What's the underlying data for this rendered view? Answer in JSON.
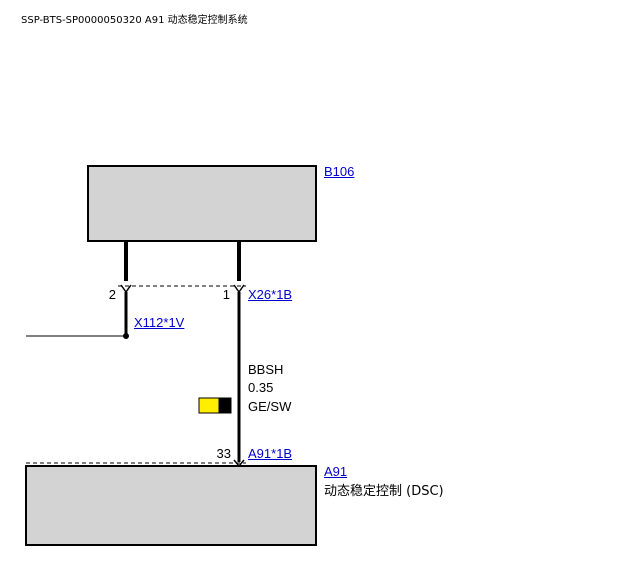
{
  "page": {
    "title": "SSP-BTS-SP0000050320 A91 动态稳定控制系统"
  },
  "components": {
    "top": {
      "id": "B106"
    },
    "bottom": {
      "id": "A91",
      "description": "动态稳定控制 (DSC)"
    }
  },
  "connectors": {
    "x26": {
      "label": "X26*1B",
      "pins": [
        "2",
        "1"
      ]
    },
    "x112": {
      "label": "X112*1V"
    },
    "a91": {
      "label": "A91*1B",
      "pin": "33"
    }
  },
  "wire": {
    "name": "BBSH",
    "cross_section": "0.35",
    "color_code": "GE/SW",
    "colors": {
      "primary": "#ffee00",
      "secondary": "#000000"
    }
  },
  "colors": {
    "component_fill": "#d3d3d3",
    "link": "#0000cc",
    "wire": "#000000"
  }
}
